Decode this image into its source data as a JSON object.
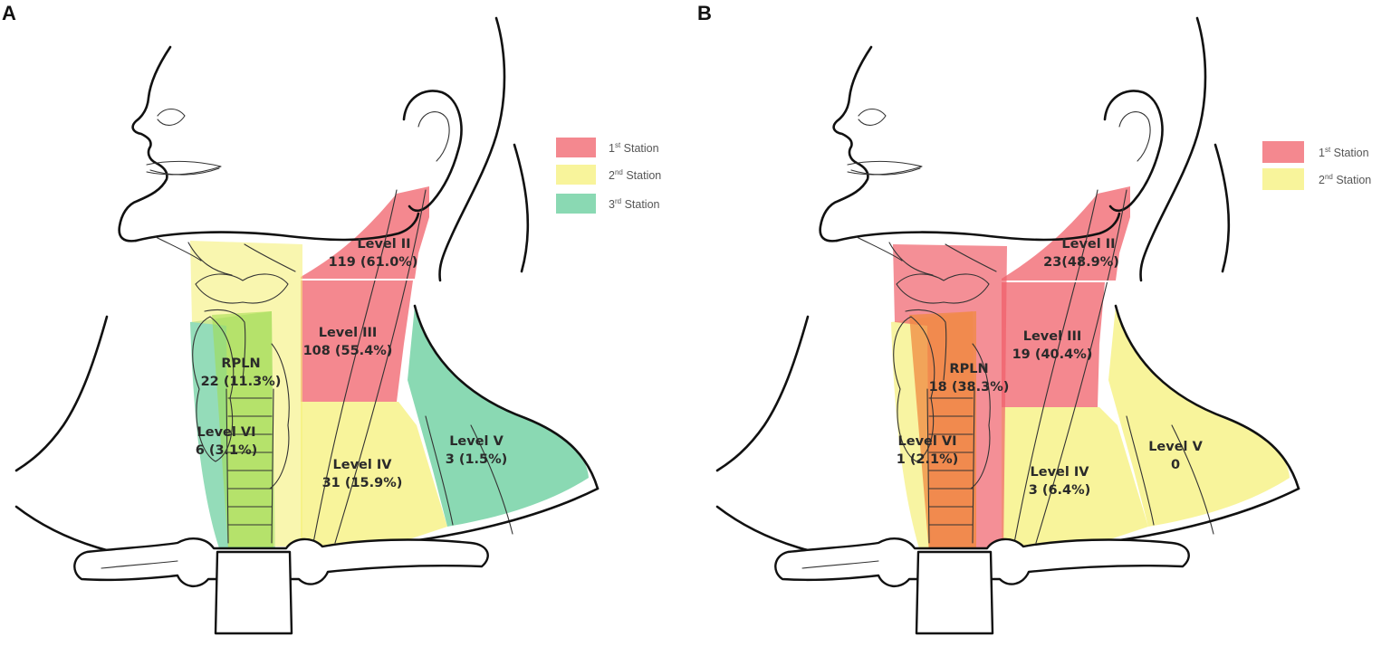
{
  "colors": {
    "first_station": "#f0606a",
    "second_station": "#f5f07a",
    "third_station": "#4cc48a",
    "overlap_orange": "#f08a40",
    "overlap_lime": "#a0dc4a"
  },
  "panels": [
    {
      "letter": "A",
      "legend": [
        {
          "key": "first_station",
          "ord": "1",
          "sup": "st",
          "label": "Station"
        },
        {
          "key": "second_station",
          "ord": "2",
          "sup": "nd",
          "label": "Station"
        },
        {
          "key": "third_station",
          "ord": "3",
          "sup": "rd",
          "label": "Station"
        }
      ],
      "levels": {
        "level_ii": {
          "name": "Level II",
          "value": "119 (61.0%)"
        },
        "level_iii": {
          "name": "Level III",
          "value": "108 (55.4%)"
        },
        "rpln": {
          "name": "RPLN",
          "value": "22 (11.3%)"
        },
        "level_vi": {
          "name": "Level VI",
          "value": "6 (3.1%)"
        },
        "level_iv": {
          "name": "Level IV",
          "value": "31 (15.9%)"
        },
        "level_v": {
          "name": "Level V",
          "value": "3 (1.5%)"
        }
      }
    },
    {
      "letter": "B",
      "legend": [
        {
          "key": "first_station",
          "ord": "1",
          "sup": "st",
          "label": "Station"
        },
        {
          "key": "second_station",
          "ord": "2",
          "sup": "nd",
          "label": "Station"
        }
      ],
      "levels": {
        "level_ii": {
          "name": "Level II",
          "value": "23(48.9%)"
        },
        "level_iii": {
          "name": "Level III",
          "value": "19 (40.4%)"
        },
        "rpln": {
          "name": "RPLN",
          "value": "18 (38.3%)"
        },
        "level_vi": {
          "name": "Level VI",
          "value": "1 (2.1%)"
        },
        "level_iv": {
          "name": "Level IV",
          "value": "3 (6.4%)"
        },
        "level_v": {
          "name": "Level V",
          "value": "0"
        }
      }
    }
  ]
}
